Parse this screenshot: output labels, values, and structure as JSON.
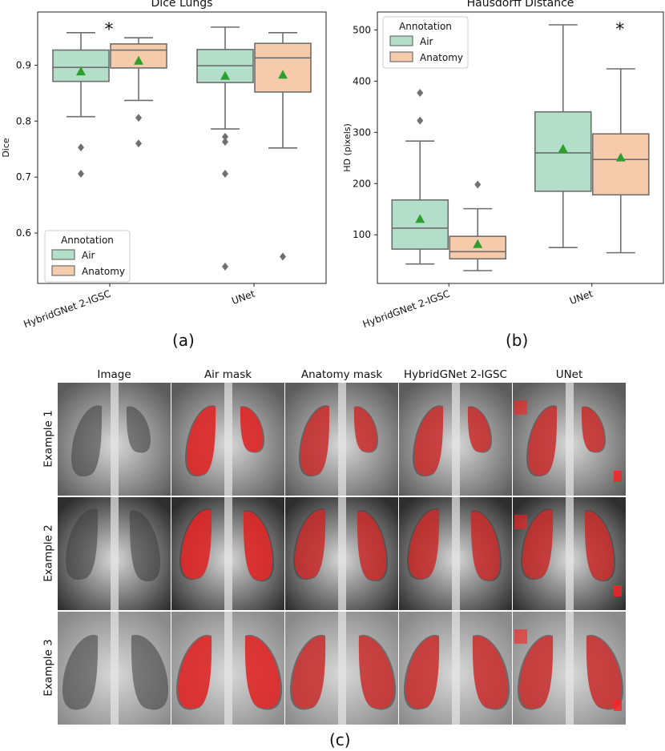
{
  "panels": {
    "a": "(a)",
    "b": "(b)",
    "c": "(c)"
  },
  "chart_data": [
    {
      "type": "box",
      "title": "Dice Lungs",
      "ylabel": "Dice",
      "categories": [
        "HybridGNet 2-IGSC",
        "UNet"
      ],
      "ylim": [
        0.51,
        0.995
      ],
      "yticks": [
        "0.6",
        "0.7",
        "0.8",
        "0.9"
      ],
      "ytick_values": [
        0.6,
        0.7,
        0.8,
        0.9
      ],
      "legend": {
        "title": "Annotation",
        "position": "lower-left",
        "entries": [
          "Air",
          "Anatomy"
        ]
      },
      "significance_marker": "*",
      "significance_category": 0,
      "series": [
        {
          "name": "Air",
          "color": "#b3dfca",
          "boxes": [
            {
              "whislo": 0.808,
              "q1": 0.871,
              "med": 0.896,
              "q3": 0.927,
              "whishi": 0.958,
              "mean": 0.889,
              "fliers": [
                0.753,
                0.706
              ]
            },
            {
              "whislo": 0.786,
              "q1": 0.869,
              "med": 0.899,
              "q3": 0.928,
              "whishi": 0.968,
              "mean": 0.881,
              "fliers": [
                0.772,
                0.763,
                0.706,
                0.54
              ]
            }
          ]
        },
        {
          "name": "Anatomy",
          "color": "#f5cbac",
          "boxes": [
            {
              "whislo": 0.837,
              "q1": 0.895,
              "med": 0.927,
              "q3": 0.938,
              "whishi": 0.949,
              "mean": 0.908,
              "fliers": [
                0.806,
                0.76
              ]
            },
            {
              "whislo": 0.752,
              "q1": 0.852,
              "med": 0.913,
              "q3": 0.939,
              "whishi": 0.958,
              "mean": 0.883,
              "fliers": [
                0.558
              ]
            }
          ]
        }
      ]
    },
    {
      "type": "box",
      "title": "Hausdorff Distance",
      "ylabel": "HD (pixels)",
      "categories": [
        "HybridGNet 2-IGSC",
        "UNet"
      ],
      "ylim": [
        5,
        535
      ],
      "yticks": [
        "100",
        "200",
        "300",
        "400",
        "500"
      ],
      "ytick_values": [
        100,
        200,
        300,
        400,
        500
      ],
      "legend": {
        "title": "Annotation",
        "position": "upper-left",
        "entries": [
          "Air",
          "Anatomy"
        ]
      },
      "significance_marker": "*",
      "significance_category": 1,
      "series": [
        {
          "name": "Air",
          "color": "#b3dfca",
          "boxes": [
            {
              "whislo": 43,
              "q1": 72,
              "med": 113,
              "q3": 168,
              "whishi": 283,
              "mean": 131,
              "fliers": [
                323,
                377
              ]
            },
            {
              "whislo": 75,
              "q1": 185,
              "med": 260,
              "q3": 340,
              "whishi": 510,
              "mean": 268,
              "fliers": []
            }
          ]
        },
        {
          "name": "Anatomy",
          "color": "#f5cbac",
          "boxes": [
            {
              "whislo": 30,
              "q1": 53,
              "med": 67,
              "q3": 97,
              "whishi": 151,
              "mean": 82,
              "fliers": [
                198
              ]
            },
            {
              "whislo": 65,
              "q1": 178,
              "med": 247,
              "q3": 297,
              "whishi": 424,
              "mean": 251,
              "fliers": []
            }
          ]
        }
      ]
    }
  ],
  "grid": {
    "columns": [
      "Image",
      "Air mask",
      "Anatomy mask",
      "HybridGNet 2-IGSC",
      "UNet"
    ],
    "rows": [
      "Example 1",
      "Example 2",
      "Example 3"
    ]
  },
  "colors": {
    "air": "#b3dfca",
    "anatomy": "#f5cbac",
    "mean_marker": "#2ca02c",
    "outline": "#6e6e6e",
    "mask": "#ff2020"
  }
}
